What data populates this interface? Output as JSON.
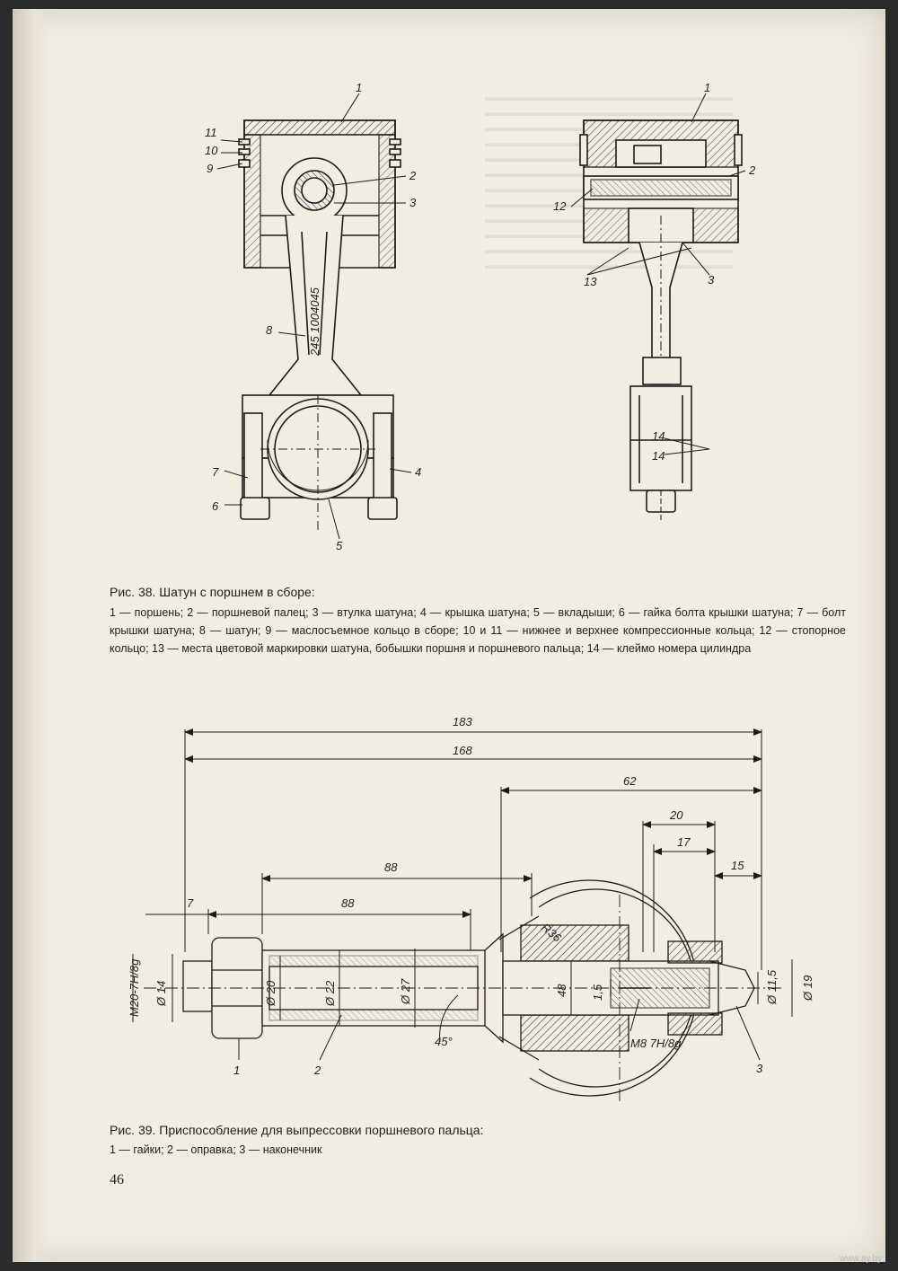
{
  "figure38": {
    "caption_title": "Рис. 38. Шатун с поршнем в сборе:",
    "caption_body": "1 — поршень; 2 — поршневой палец; 3 — втулка шатуна; 4 — крышка шатуна; 5 — вкладыши; 6 — гайка болта крышки шатуна; 7 — болт крышки шатуна; 8 — шатун; 9 — маслосъемное кольцо в сборе; 10 и 11 — нижнее и верхнее компрессионные кольца; 12 — стопорное кольцо; 13 — места цветовой маркировки шатуна, бобышки поршня и поршневого пальца; 14 — клеймо номера цилиндра",
    "rod_stamp": "245 1004045",
    "left_labels": [
      "1",
      "11",
      "10",
      "9",
      "2",
      "3",
      "8",
      "7",
      "6",
      "4",
      "5"
    ],
    "right_labels": [
      "1",
      "2",
      "12",
      "13",
      "3",
      "14",
      "14"
    ]
  },
  "figure39": {
    "caption_title": "Рис. 39. Приспособление для выпрессовки поршневого пальца:",
    "caption_body": "1 — гайки; 2 — оправка; 3 — наконечник",
    "dims": {
      "d183": "183",
      "d168": "168",
      "d62": "62",
      "d20": "20",
      "d17": "17",
      "d15": "15",
      "d88a": "88",
      "d88b": "88",
      "d7": "7",
      "thread": "M20-7H/8g",
      "phi14": "Ø 14",
      "phi20": "Ø 20",
      "phi22": "Ø 22",
      "phi27": "Ø 27",
      "r36": "R36",
      "d48": "48",
      "d15b": "1,5",
      "thread2": "M8 7H/8g",
      "phi11": "Ø 11,5",
      "phi19": "Ø 19",
      "angle": "45°"
    },
    "labels": [
      "1",
      "2",
      "3"
    ]
  },
  "page_number": "46",
  "watermark": "www.ay.by"
}
